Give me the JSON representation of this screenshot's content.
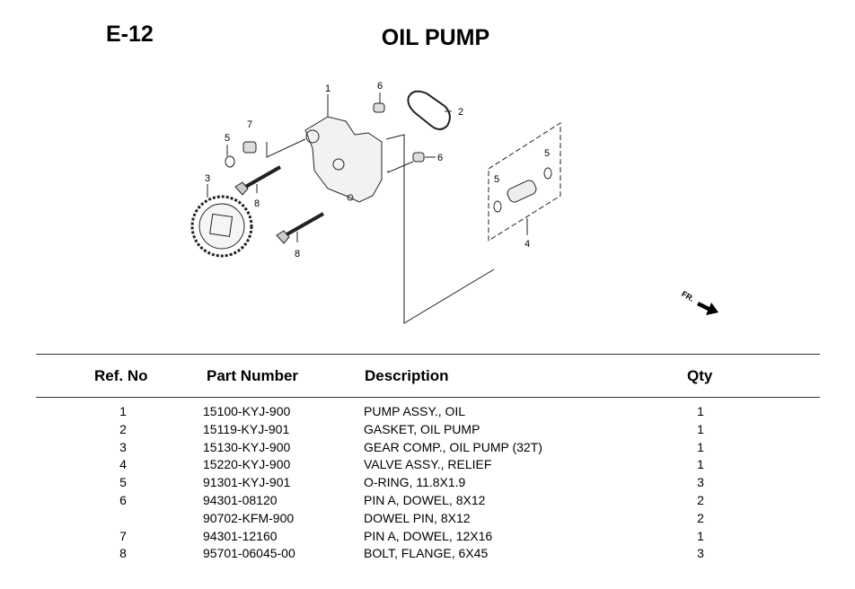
{
  "header": {
    "code": "E-12",
    "title": "OIL PUMP"
  },
  "diagram": {
    "callouts": [
      "1",
      "6",
      "2",
      "7",
      "5",
      "6",
      "5",
      "5",
      "3",
      "8",
      "4",
      "8"
    ],
    "direction_label": "FR."
  },
  "table": {
    "columns": {
      "ref": "Ref. No",
      "part": "Part Number",
      "desc": "Description",
      "qty": "Qty"
    },
    "rows": [
      {
        "ref": "1",
        "part": "15100-KYJ-900",
        "desc": "PUMP ASSY., OIL",
        "qty": "1"
      },
      {
        "ref": "2",
        "part": "15119-KYJ-901",
        "desc": "GASKET, OIL PUMP",
        "qty": "1"
      },
      {
        "ref": "3",
        "part": "15130-KYJ-900",
        "desc": "GEAR COMP., OIL PUMP (32T)",
        "qty": "1"
      },
      {
        "ref": "4",
        "part": "15220-KYJ-900",
        "desc": "VALVE ASSY., RELIEF",
        "qty": "1"
      },
      {
        "ref": "5",
        "part": "91301-KYJ-901",
        "desc": "O-RING, 11.8X1.9",
        "qty": "3"
      },
      {
        "ref": "6",
        "part": "94301-08120",
        "desc": "PIN A, DOWEL, 8X12",
        "qty": "2"
      },
      {
        "ref": "",
        "part": "90702-KFM-900",
        "desc": "DOWEL PIN, 8X12",
        "qty": "2"
      },
      {
        "ref": "7",
        "part": "94301-12160",
        "desc": "PIN A, DOWEL, 12X16",
        "qty": "1"
      },
      {
        "ref": "8",
        "part": "95701-06045-00",
        "desc": "BOLT, FLANGE, 6X45",
        "qty": "3"
      }
    ]
  }
}
